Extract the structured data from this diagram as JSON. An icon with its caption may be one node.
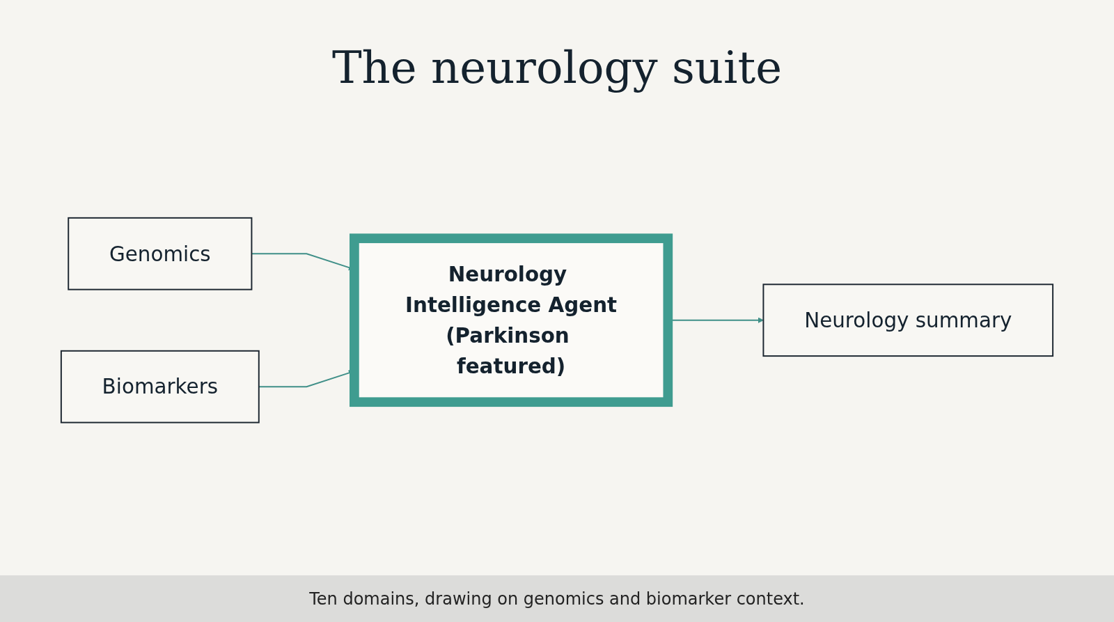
{
  "diagram": {
    "title": "The neurology suite",
    "nodes": [
      {
        "text": [
          "Genomics"
        ]
      },
      {
        "text": [
          "Biomarkers"
        ]
      },
      {
        "text": [
          "Neurology Intelligence Agent",
          "(Parkinson featured)"
        ]
      },
      {
        "text": [
          "Neurology summary"
        ]
      }
    ],
    "edges": [
      {
        "from": 0,
        "to": 2,
        "arrow": "to"
      },
      {
        "from": 1,
        "to": 2,
        "arrow": "to"
      },
      {
        "from": 2,
        "to": 3,
        "arrow": "to"
      }
    ],
    "caption": "Ten domains, drawing on genomics and biomarker context."
  }
}
